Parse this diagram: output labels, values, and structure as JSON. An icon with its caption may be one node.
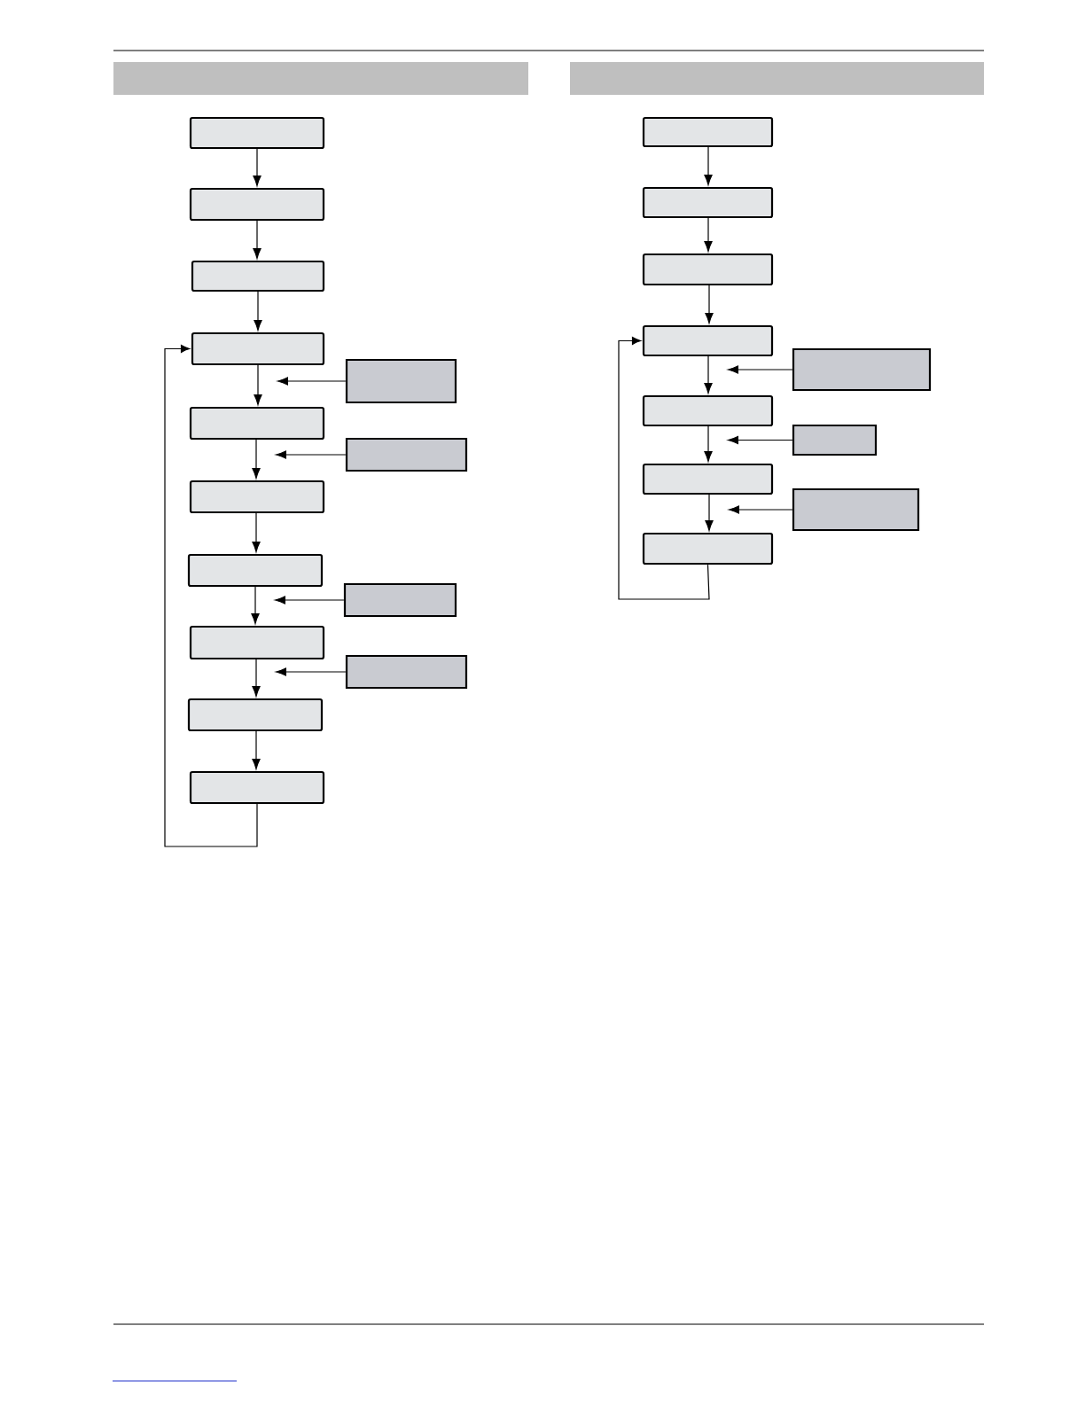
{
  "diagram": {
    "nodes": [
      {
        "text": [],
        "shape": "box"
      },
      {
        "text": [],
        "shape": "box"
      },
      {
        "text": [],
        "shape": "box"
      },
      {
        "text": [],
        "shape": "box"
      },
      {
        "text": [],
        "shape": "box"
      },
      {
        "text": [],
        "shape": "box"
      },
      {
        "text": [],
        "shape": "box"
      },
      {
        "text": [],
        "shape": "box"
      },
      {
        "text": [],
        "shape": "box"
      },
      {
        "text": [],
        "shape": "box"
      },
      {
        "text": [],
        "shape": "box"
      },
      {
        "text": [],
        "shape": "box"
      },
      {
        "text": [],
        "shape": "box"
      },
      {
        "text": [],
        "shape": "box"
      },
      {
        "text": [],
        "shape": "box"
      },
      {
        "text": [],
        "shape": "box"
      },
      {
        "text": [],
        "shape": "box"
      },
      {
        "text": [],
        "shape": "box"
      },
      {
        "text": [],
        "shape": "box"
      },
      {
        "text": [],
        "shape": "box"
      },
      {
        "text": [],
        "shape": "box"
      },
      {
        "text": [],
        "shape": "box"
      },
      {
        "text": [],
        "shape": "box"
      },
      {
        "text": [],
        "shape": "box"
      }
    ],
    "edges": [
      {
        "from": 0,
        "to": 1,
        "arrow": "to"
      },
      {
        "from": 1,
        "to": 2,
        "arrow": "to"
      },
      {
        "from": 2,
        "to": 3,
        "arrow": "to"
      },
      {
        "from": 3,
        "to": 5,
        "arrow": "to"
      },
      {
        "from": 5,
        "to": 7,
        "arrow": "to"
      },
      {
        "from": 7,
        "to": 8,
        "arrow": "to"
      },
      {
        "from": 8,
        "to": 10,
        "arrow": "to"
      },
      {
        "from": 10,
        "to": 12,
        "arrow": "to"
      },
      {
        "from": 12,
        "to": 13,
        "arrow": "to"
      },
      {
        "from": 4,
        "to": 3,
        "arrow": "to"
      },
      {
        "from": 6,
        "to": 5,
        "arrow": "to"
      },
      {
        "from": 9,
        "to": 8,
        "arrow": "to"
      },
      {
        "from": 11,
        "to": 10,
        "arrow": "to"
      },
      {
        "from": 13,
        "to": 3,
        "arrow": "to"
      },
      {
        "from": 14,
        "to": 15,
        "arrow": "to"
      },
      {
        "from": 15,
        "to": 16,
        "arrow": "to"
      },
      {
        "from": 16,
        "to": 17,
        "arrow": "to"
      },
      {
        "from": 17,
        "to": 19,
        "arrow": "to"
      },
      {
        "from": 19,
        "to": 21,
        "arrow": "to"
      },
      {
        "from": 21,
        "to": 23,
        "arrow": "to"
      },
      {
        "from": 18,
        "to": 17,
        "arrow": "to"
      },
      {
        "from": 20,
        "to": 19,
        "arrow": "to"
      },
      {
        "from": 22,
        "to": 21,
        "arrow": "to"
      },
      {
        "from": 23,
        "to": 17,
        "arrow": "to"
      }
    ]
  }
}
